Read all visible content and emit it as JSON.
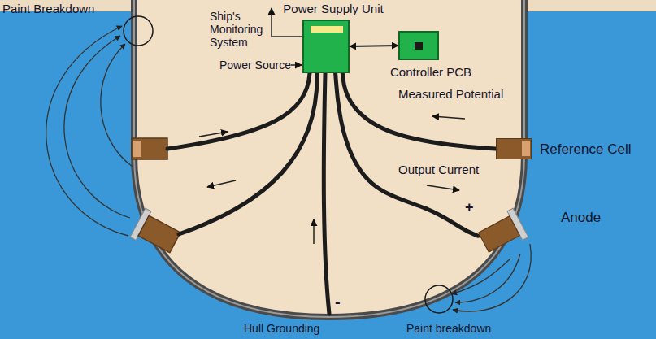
{
  "diagram": {
    "nodes": [
      {
        "text": [
          "Power Supply Unit"
        ]
      },
      {
        "text": [
          "Controller PCB"
        ]
      },
      {
        "text": [
          "Reference Cell"
        ]
      },
      {
        "text": [
          "Anode"
        ]
      }
    ],
    "edges": [
      {
        "from": 0,
        "to": 1,
        "arrow": "both"
      },
      {
        "from": 0,
        "to": 2,
        "arrow": "none"
      },
      {
        "from": 0,
        "to": 3,
        "arrow": "none"
      }
    ],
    "labels": [
      "Paint Breakdown",
      "Ship's Monitoring System",
      "Power Source",
      "Measured Potential",
      "Output Current",
      "+",
      "-",
      "Hull Grounding",
      "Paint breakdown"
    ]
  }
}
